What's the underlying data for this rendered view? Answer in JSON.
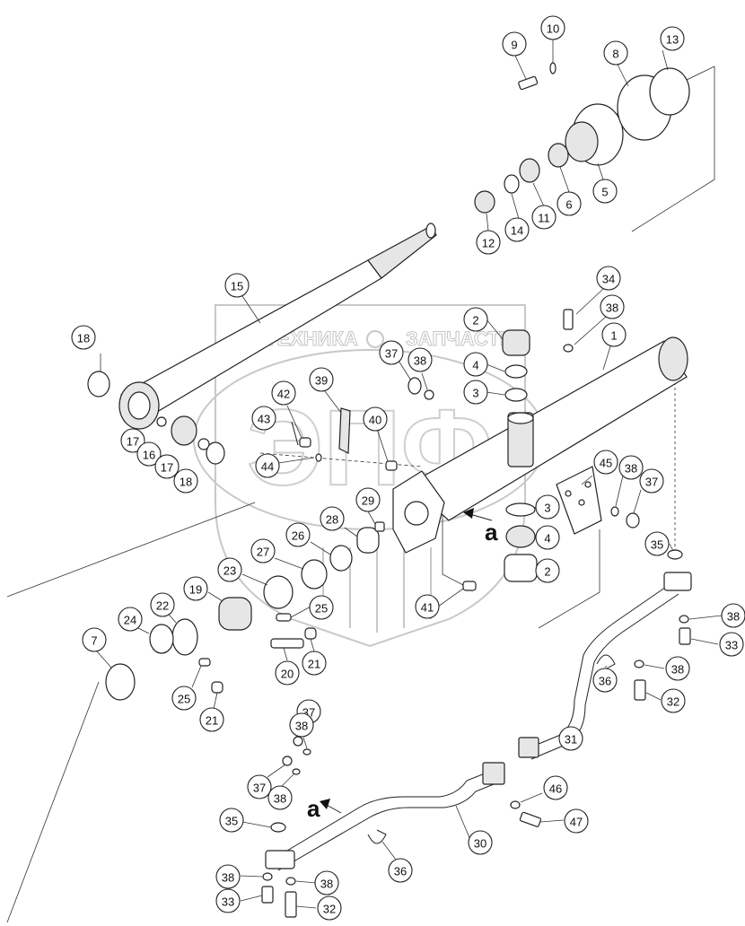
{
  "watermark": {
    "brand_left": "ТЕХНИКА",
    "brand_right": "ЗАПЧАСТИ",
    "logo_letters": "ЭПФ"
  },
  "view_labels": {
    "detail_a_1": "a",
    "detail_a_2": "a"
  },
  "callouts": [
    {
      "id": "c9",
      "label": "9"
    },
    {
      "id": "c10",
      "label": "10"
    },
    {
      "id": "c8",
      "label": "8"
    },
    {
      "id": "c13",
      "label": "13"
    },
    {
      "id": "c5",
      "label": "5"
    },
    {
      "id": "c6",
      "label": "6"
    },
    {
      "id": "c11",
      "label": "11"
    },
    {
      "id": "c14",
      "label": "14"
    },
    {
      "id": "c12",
      "label": "12"
    },
    {
      "id": "c15",
      "label": "15"
    },
    {
      "id": "c34",
      "label": "34"
    },
    {
      "id": "c38a",
      "label": "38"
    },
    {
      "id": "c1",
      "label": "1"
    },
    {
      "id": "c2a",
      "label": "2"
    },
    {
      "id": "c4a",
      "label": "4"
    },
    {
      "id": "c3a",
      "label": "3"
    },
    {
      "id": "c37a",
      "label": "37"
    },
    {
      "id": "c38b",
      "label": "38"
    },
    {
      "id": "c18a",
      "label": "18"
    },
    {
      "id": "c39",
      "label": "39"
    },
    {
      "id": "c42",
      "label": "42"
    },
    {
      "id": "c43",
      "label": "43"
    },
    {
      "id": "c40",
      "label": "40"
    },
    {
      "id": "c44",
      "label": "44"
    },
    {
      "id": "c17a",
      "label": "17"
    },
    {
      "id": "c16",
      "label": "16"
    },
    {
      "id": "c17b",
      "label": "17"
    },
    {
      "id": "c18b",
      "label": "18"
    },
    {
      "id": "c45",
      "label": "45"
    },
    {
      "id": "c38c",
      "label": "38"
    },
    {
      "id": "c37b",
      "label": "37"
    },
    {
      "id": "c3b",
      "label": "3"
    },
    {
      "id": "c4b",
      "label": "4"
    },
    {
      "id": "c2b",
      "label": "2"
    },
    {
      "id": "c29",
      "label": "29"
    },
    {
      "id": "c28",
      "label": "28"
    },
    {
      "id": "c26",
      "label": "26"
    },
    {
      "id": "c27",
      "label": "27"
    },
    {
      "id": "c23",
      "label": "23"
    },
    {
      "id": "c19",
      "label": "19"
    },
    {
      "id": "c22",
      "label": "22"
    },
    {
      "id": "c24",
      "label": "24"
    },
    {
      "id": "c25a",
      "label": "25"
    },
    {
      "id": "c41",
      "label": "41"
    },
    {
      "id": "c35a",
      "label": "35"
    },
    {
      "id": "c38d",
      "label": "38"
    },
    {
      "id": "c33a",
      "label": "33"
    },
    {
      "id": "c38e",
      "label": "38"
    },
    {
      "id": "c32a",
      "label": "32"
    },
    {
      "id": "c36a",
      "label": "36"
    },
    {
      "id": "c31",
      "label": "31"
    },
    {
      "id": "c7",
      "label": "7"
    },
    {
      "id": "c25b",
      "label": "25"
    },
    {
      "id": "c20",
      "label": "20"
    },
    {
      "id": "c21a",
      "label": "21"
    },
    {
      "id": "c21b",
      "label": "21"
    },
    {
      "id": "c37c",
      "label": "37"
    },
    {
      "id": "c38f",
      "label": "38"
    },
    {
      "id": "c37d",
      "label": "37"
    },
    {
      "id": "c38g",
      "label": "38"
    },
    {
      "id": "c46",
      "label": "46"
    },
    {
      "id": "c47",
      "label": "47"
    },
    {
      "id": "c35b",
      "label": "35"
    },
    {
      "id": "c30",
      "label": "30"
    },
    {
      "id": "c36b",
      "label": "36"
    },
    {
      "id": "c38h",
      "label": "38"
    },
    {
      "id": "c38i",
      "label": "38"
    },
    {
      "id": "c33b",
      "label": "33"
    },
    {
      "id": "c32b",
      "label": "32"
    }
  ]
}
